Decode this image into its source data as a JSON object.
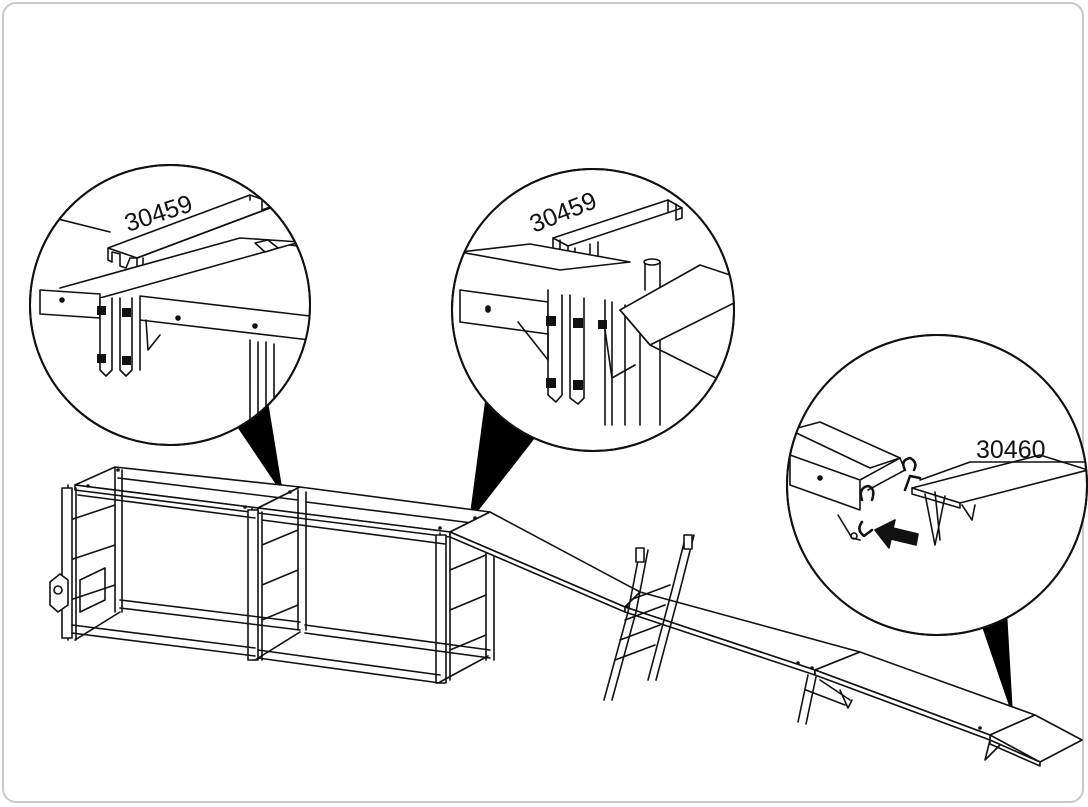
{
  "callouts": {
    "left": {
      "part_number": "30459"
    },
    "middle": {
      "part_number": "30459"
    },
    "right": {
      "part_number": "30460"
    }
  },
  "colors": {
    "line": "#111111",
    "frame": "#c8c8c8",
    "background": "#ffffff"
  }
}
